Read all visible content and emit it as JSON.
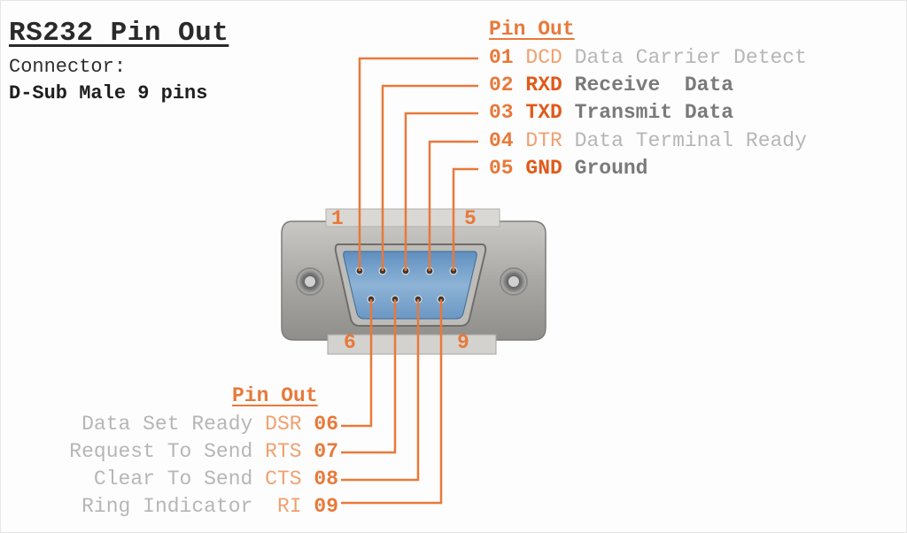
{
  "title": "RS232 Pin Out",
  "connector_label": "Connector:",
  "connector_type": "D-Sub Male 9 pins",
  "top": {
    "header": "Pin Out",
    "pins": [
      {
        "num": "01",
        "abbr": "DCD",
        "desc": "Data Carrier Detect",
        "emphasis": false
      },
      {
        "num": "02",
        "abbr": "RXD",
        "desc": "Receive  Data",
        "emphasis": true
      },
      {
        "num": "03",
        "abbr": "TXD",
        "desc": "Transmit Data",
        "emphasis": true
      },
      {
        "num": "04",
        "abbr": "DTR",
        "desc": "Data Terminal Ready",
        "emphasis": false
      },
      {
        "num": "05",
        "abbr": "GND",
        "desc": "Ground",
        "emphasis": true
      }
    ]
  },
  "bottom": {
    "header": "Pin Out",
    "pins": [
      {
        "num": "06",
        "abbr": "DSR",
        "desc": "Data Set Ready"
      },
      {
        "num": "07",
        "abbr": "RTS",
        "desc": "Request To Send"
      },
      {
        "num": "08",
        "abbr": "CTS",
        "desc": "Clear To Send"
      },
      {
        "num": "09",
        "abbr": "RI",
        "desc": "Ring Indicator"
      }
    ]
  },
  "connector_pin_labels": {
    "first_top": "1",
    "last_top": "5",
    "first_bottom": "6",
    "last_bottom": "9"
  },
  "colors": {
    "accent": "#e8793a",
    "strong": "#e05a1a",
    "light_text": "#b6b6b6",
    "dark_text": "#7a7a7a",
    "shell": "#9a9a98",
    "insert": "#7fa7cc"
  }
}
